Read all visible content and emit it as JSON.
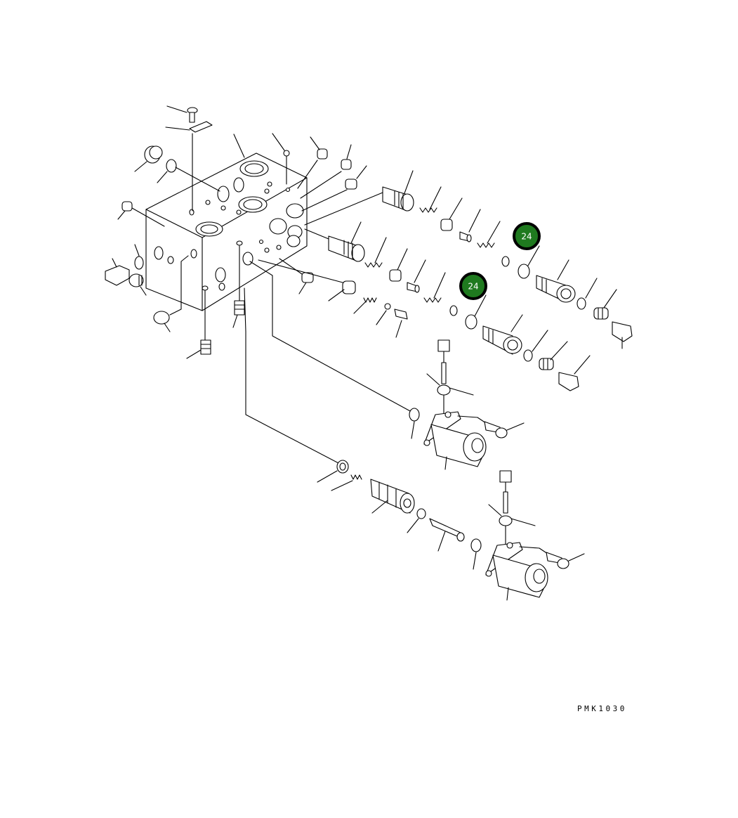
{
  "diagram": {
    "callouts": [
      {
        "id": "callout-a",
        "label": "24"
      },
      {
        "id": "callout-b",
        "label": "24"
      }
    ],
    "drawing_code": "PMK1030",
    "colors": {
      "callout_fill": "#1f7a1f",
      "callout_ring": "#000000",
      "line": "#000000",
      "background": "#ffffff"
    }
  }
}
